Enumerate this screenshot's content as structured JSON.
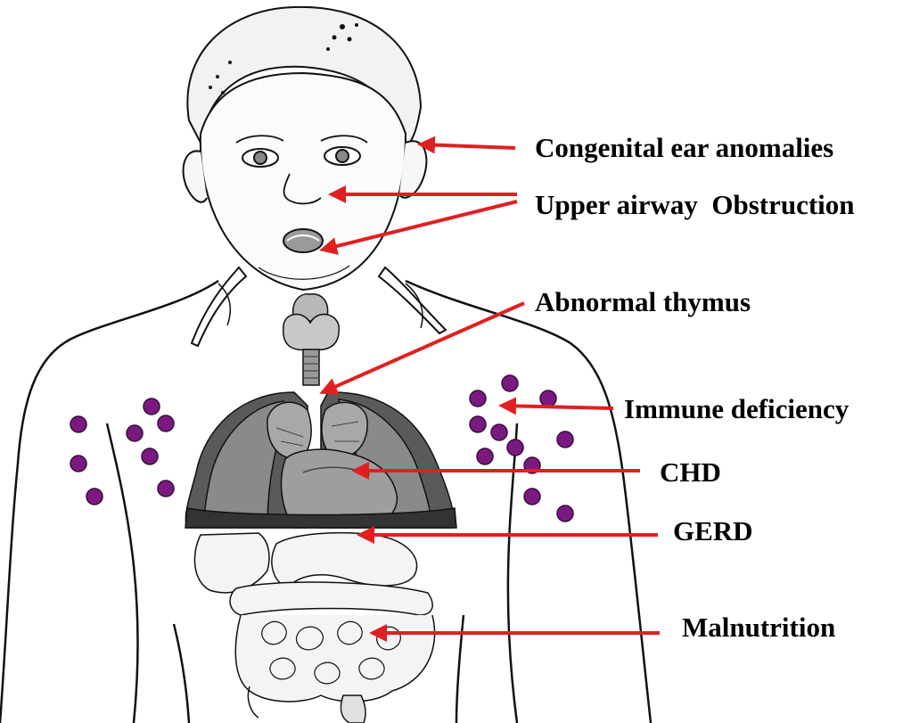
{
  "labels": {
    "ear": "Congenital ear anomalies",
    "airway": "Upper airway  Obstruction",
    "thymus": "Abnormal thymus",
    "immune": "Immune deficiency",
    "chd": "CHD",
    "gerd": "GERD",
    "malnutrition": "Malnutrition"
  },
  "colors": {
    "arrow": "#e02020",
    "dot_fill": "#7a1a80",
    "dot_stroke": "#3d0a40",
    "line": "#111111",
    "organ_dark": "#2a2a2a",
    "organ_mid": "#6e6e6e",
    "organ_light": "#bdbdbd"
  },
  "icons": {
    "body": "child-anatomy-illustration",
    "dots": "immune-cell-dots"
  }
}
